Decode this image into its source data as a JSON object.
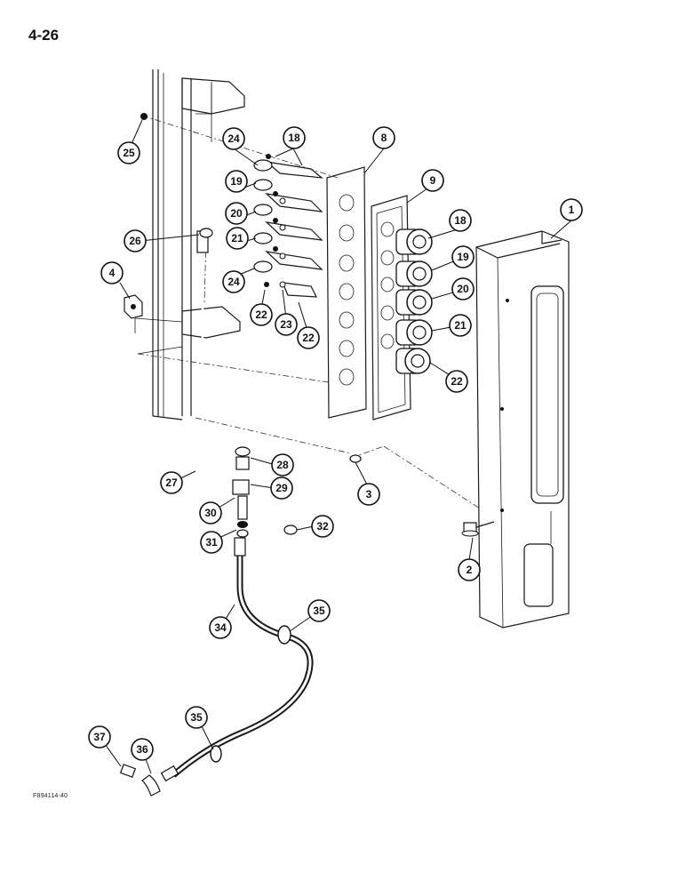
{
  "page": {
    "number": "4-26",
    "figure_code": "F894114-40"
  },
  "callouts": [
    {
      "id": "c1",
      "label": "1"
    },
    {
      "id": "c2",
      "label": "2"
    },
    {
      "id": "c3",
      "label": "3"
    },
    {
      "id": "c4",
      "label": "4"
    },
    {
      "id": "c8",
      "label": "8"
    },
    {
      "id": "c9",
      "label": "9"
    },
    {
      "id": "c18a",
      "label": "18"
    },
    {
      "id": "c18b",
      "label": "18"
    },
    {
      "id": "c19a",
      "label": "19"
    },
    {
      "id": "c19b",
      "label": "19"
    },
    {
      "id": "c20a",
      "label": "20"
    },
    {
      "id": "c20b",
      "label": "20"
    },
    {
      "id": "c21a",
      "label": "21"
    },
    {
      "id": "c21b",
      "label": "21"
    },
    {
      "id": "c22a",
      "label": "22"
    },
    {
      "id": "c22b",
      "label": "22"
    },
    {
      "id": "c22c",
      "label": "22"
    },
    {
      "id": "c23",
      "label": "23"
    },
    {
      "id": "c24a",
      "label": "24"
    },
    {
      "id": "c24b",
      "label": "24"
    },
    {
      "id": "c25",
      "label": "25"
    },
    {
      "id": "c26",
      "label": "26"
    },
    {
      "id": "c27",
      "label": "27"
    },
    {
      "id": "c28",
      "label": "28"
    },
    {
      "id": "c29",
      "label": "29"
    },
    {
      "id": "c30",
      "label": "30"
    },
    {
      "id": "c31",
      "label": "31"
    },
    {
      "id": "c32",
      "label": "32"
    },
    {
      "id": "c34",
      "label": "34"
    },
    {
      "id": "c35a",
      "label": "35"
    },
    {
      "id": "c35b",
      "label": "35"
    },
    {
      "id": "c36",
      "label": "36"
    },
    {
      "id": "c37",
      "label": "37"
    }
  ]
}
